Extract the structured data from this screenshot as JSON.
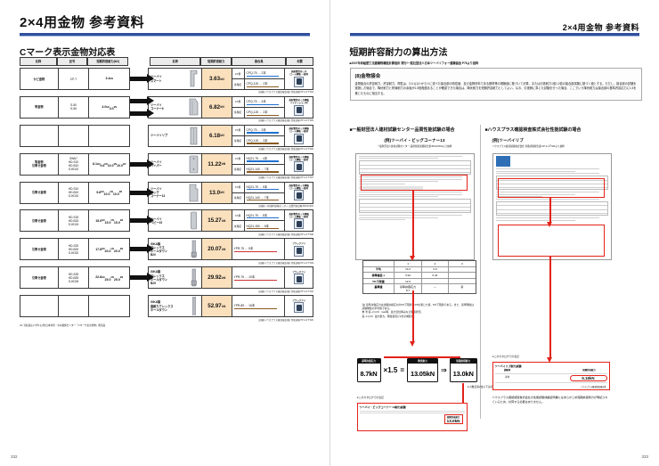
{
  "book": {
    "header_title": "2×4用金物 参考資料",
    "running_head": "2×4用金物 参考資料",
    "page_left": "332",
    "page_right": "333"
  },
  "left_page": {
    "section_title": "Cマーク表示金物対応表",
    "table": {
      "headers_left": [
        "名称",
        "記号",
        "短期許容耐力(kN)"
      ],
      "headers_right": [
        "名称",
        "短期許容耐力",
        "接合具",
        "材質"
      ],
      "note": "※1 当社品はいずれも(財)日本住宅・木材技術センター「Cマーク表示金物」相当品",
      "rows": [
        {
          "old_name": "かど金物",
          "old_model": "CP-T",
          "old_capacity": "3.4kN",
          "arrow": "single",
          "new_name": "ツーバイ\nスマート",
          "icon": "bracket-plate-icon",
          "new_capacity": "3.63",
          "unit": "kN",
          "fasteners": [
            {
              "key": "CT用",
              "value": "CPQ-75 … 2本",
              "bar_color": "#1f6fd0"
            },
            {
              "key": "専用釘",
              "value": "CPQ-120 … 2本",
              "bar_color": "#8a5a20"
            }
          ],
          "material": "高耐食性めっき\nロール鋼板 一般材",
          "material_badge": "certification-badge",
          "source": "(試験)ハウスプラス確認検査(株) 性能試験 HP-2-4〒004"
        },
        {
          "old_name": "帯金物",
          "old_model": "S-50\nS-65",
          "old_capacity": "4.0kN\n4.0kN",
          "arrow": "double",
          "new_name": "ツーバイ\nコーナーII",
          "icon": "corner-bracket-icon",
          "new_capacity": "6.82",
          "unit": "kN",
          "fasteners": [
            {
              "key": "CT用",
              "value": "CPQ-75 … 4本",
              "bar_color": "#1f6fd0"
            },
            {
              "key": "専用釘",
              "value": "CPQ-120 … 2本",
              "bar_color": "#8a5a20"
            }
          ],
          "material": "高耐食性めっき鋼板\nハイテンション材",
          "material_badge": "certification-badge",
          "source": "(試験)ハウスプラス確認検査(株) 性能試験 HP-2-4〒005"
        },
        {
          "old_name": "",
          "old_model": "",
          "old_capacity": "",
          "arrow": "none",
          "new_name": "ツーバイリブ",
          "icon": "rib-plate-icon",
          "new_capacity": "6.18",
          "unit": "kN",
          "fasteners": [
            {
              "key": "CT用",
              "value": "CPQ-75 … 3本",
              "bar_color": "#1f6fd0"
            },
            {
              "key": "専用釘",
              "value": "CPQ-120 … 3本",
              "bar_color": "#8a5a20"
            }
          ],
          "material": "高耐食性めっき鋼板\nロール鋼板 一般材",
          "material_badge": "certification-badge",
          "source": "(試験)ハウスプラス確認検査(株) 性能試験 HP-2-4〒006"
        },
        {
          "old_name": "等金物\n引寄せ金物",
          "old_model": "SW67\nHD-S10\nHD-B10\nS-HD10",
          "old_capacity": "8.1kN\n9.8kN\n10.0kN\n10.0kN",
          "arrow": "single",
          "new_name": "ツーバイ\nハイパー",
          "icon": "hyper-plate-icon",
          "new_capacity": "11.22",
          "unit": "kN",
          "fasteners": [
            {
              "key": "CT用",
              "value": "HQ21-75 … 4本",
              "bar_color": "#1f6fd0"
            },
            {
              "key": "専用釘",
              "value": "HQ21-140 … 7本",
              "bar_color": "#8a5a20"
            }
          ],
          "material": "高耐食性めっき鋼板\nロール鋼板 一般材",
          "material_badge": "certification-badge",
          "source": "(試験)ハウスプラス確認検査(株) 性能試験 HP-2-4〒007"
        },
        {
          "old_name": "引寄せ金物",
          "old_model": "HD-S10\nHD-B10\nS-HD10",
          "old_capacity": "9.8kN\n10.0kN\n10.0kN",
          "arrow": "single",
          "new_name": "ツーバイ\nビッグ\nコーナー13",
          "icon": "big-corner-icon",
          "new_capacity": "13.0",
          "unit": "kN",
          "fasteners": [
            {
              "key": "CT用",
              "value": "HQ21-75 … 5本",
              "bar_color": "#1f6fd0"
            },
            {
              "key": "専用釘",
              "value": "HQ21-140 … 7本",
              "bar_color": "#8a5a20"
            }
          ],
          "material": "高耐食性めっき鋼板\nロール鋼板 一般材",
          "material_badge": "certification-badge",
          "source": "(試験)(一財)建材試験センター 品質性能試験 B0A2X004"
        },
        {
          "old_name": "引寄せ金物",
          "old_model": "HD-S15\nHD-B15\nS-HD15",
          "old_capacity": "15.6kN\n15.0kN\n15.0kN",
          "arrow": "single",
          "new_name": "ツーバイ\nベビー15",
          "icon": "baby-plate-icon",
          "new_capacity": "15.27",
          "unit": "kN",
          "fasteners": [
            {
              "key": "CT用",
              "value": "HQ21-75 … 8本",
              "bar_color": "#1f6fd0"
            },
            {
              "key": "専用釘",
              "value": "HQ21-150 … 6本",
              "bar_color": "#8a5a20"
            }
          ],
          "material": "高耐食性めっき鋼板\nロール鋼板 一般材",
          "material_badge": "certification-badge",
          "source": "(試験)ハウスプラス確認検査(株) 性能試験 HP-2-4〒008"
        },
        {
          "old_name": "引寄せ金物",
          "old_model": "HD-S20\nHD-B20\nS-HD20",
          "old_capacity": "17.8kN\n20.0kN\n20.0kN",
          "arrow": "single",
          "new_name": "GIKA製\nフレックス\nホールダウン\nB20",
          "icon": "holddown-rod-icon",
          "new_capacity": "20.07",
          "unit": "kN",
          "fasteners": [
            {
              "key": "",
              "value": "YPR-75 … 5本",
              "bar_color": "#cc3333"
            }
          ],
          "material": "ブラックアイ",
          "material_badge": "certification-badge",
          "source": "(試験)ハウスプラス確認検査(株) 性能試験 HP-2-4〒009"
        },
        {
          "old_name": "引寄せ金物",
          "old_model": "HD-S25\nHD-B25\nS-HD25",
          "old_capacity": "22.8kN\n25.0kN\n25.0kN",
          "arrow": "single",
          "new_name": "GIKA製\nフレックス\nホールダウン\nB25",
          "icon": "holddown-rod-icon",
          "new_capacity": "29.92",
          "unit": "kN",
          "fasteners": [
            {
              "key": "",
              "value": "YPR-75 … 10本",
              "bar_color": "#cc3333"
            }
          ],
          "material": "ブラックアイ",
          "material_badge": "certification-badge",
          "source": "(試験)ハウスプラス確認検査(株) 性能試験 HP-2-4〒010"
        },
        {
          "old_name": "",
          "old_model": "",
          "old_capacity": "",
          "arrow": "none",
          "new_name": "GIKA製\n高耐力フレックス\nホールダウン",
          "icon": "holddown-long-icon",
          "new_capacity": "52.97",
          "unit": "kN",
          "fasteners": [
            {
              "key": "",
              "value": "YPR-85 … 16本",
              "bar_color": "#8a5a20"
            }
          ],
          "material": "ブラックアイ",
          "material_badge": "certification-badge",
          "source": "(試験)ハウスプラス確認検査(株) 性能試験 HP-2-4〒020"
        }
      ]
    }
  },
  "right_page": {
    "section_title": "短期許容耐力の算出方法",
    "source_line": "■2007年枠組壁工法建築物構造計算指針  発行/一般社団法人日本ツーバイフォー建築協会 P78より抜粋",
    "quote": {
      "heading": "(8)金物接合",
      "body": "金物接合の許容耐力、許容耐力、剛性は、3.3.1(1)①から②に述べた接合部の特性値、及び金物材料である鋼材等の規格値に基づいて計算、または引張耐力1倍1.2倍の接合部試験に基づく値とする。ただし、接合部の試験を実施した場合で、降伏耐力と終局耐力の余裕が1.5倍程度あることが確認できた場合は、降伏耐力を短期許容耐力としてよい。なお、引張側に準じた試験を行った場合、ここでいう降伏耐力は接合部の基準許容応力に1.5を乗じたものに相当する。"
    },
    "columns": [
      {
        "heading": "■一般財団法人建材試験センター品質性能試験の場合",
        "example_title": "(例)ツーバイ・ビッグコーナー13",
        "example_sub": "一般財団法人建材試験センター 品質性能試験報告書 B0A2X004より抜粋",
        "table": {
          "col_headers": [
            "",
            "1",
            "2",
            "3"
          ],
          "rows": [
            {
              "label": "平均",
              "cells": [
                "13.2",
                "2.9",
                ""
              ]
            },
            {
              "label": "標準偏差 s",
              "cells": [
                "0.94",
                "0.42",
                ""
              ]
            },
            {
              "label": "5%下限値",
              "cells": [
                "12.6",
                "",
                ""
              ]
            },
            {
              "label": "基準値",
              "cells": [
                "基準許容応力\n8.7",
                "—",
                "基"
              ]
            }
          ]
        },
        "table_note": "注) 基準許容応力は試験許容応力の5%下限値に3/5を乗じた値。5%下限値である。また、基準剛性は試験剛性の平均値である。\n参  考:第−2 (2.0）max時、最大変位時みなど観察状況。\n      第−4 (2.0）最大耐力、靱性値及び2次全域耐力。",
        "formula": {
          "in_label": "基準許容応力",
          "in_value": "8.7",
          "in_unit": "kN",
          "operator": "×1.5",
          "eq": "=",
          "mid_label": "降伏耐力",
          "mid_value": "13.05",
          "mid_unit": "kN",
          "arrow": "⇒",
          "out_label": "短期許容耐力",
          "out_value": "13.0",
          "out_unit": "kN",
          "round_note": "※小数点第2位以下は切り捨て"
        },
        "spec_caption": "※このカタログでの表記",
        "spec_box": {
          "title": "ツーバイ・ビッグコーナー 13耐力試験",
          "value_label": "短期許容耐力",
          "value": "13.0kN"
        }
      },
      {
        "heading": "■ハウスプラス確認検査株式会社性能試験の場合",
        "example_title": "(例)ツーバイリブ",
        "example_sub": "ハウスプラス確認検査株式会社 性能試験報告書 HP-2-4〒006より抜粋",
        "spec_caption": "※このカタログでの表記",
        "spec_box": {
          "title": "ツーバイリブ耐力試験",
          "head_left": "試験体",
          "head_right": "短期許容耐力",
          "value_label": "短期許容耐力",
          "value": "6.18kN",
          "row_label": "平均",
          "footer": "ハウスプラス確認検査報告書"
        },
        "closing_note": "ハウスプラス確認検査株式会社の性能試験成績証明書にはあらかじめ短期許容耐力が明記されているため、計算する必要はありません。"
      }
    ]
  }
}
